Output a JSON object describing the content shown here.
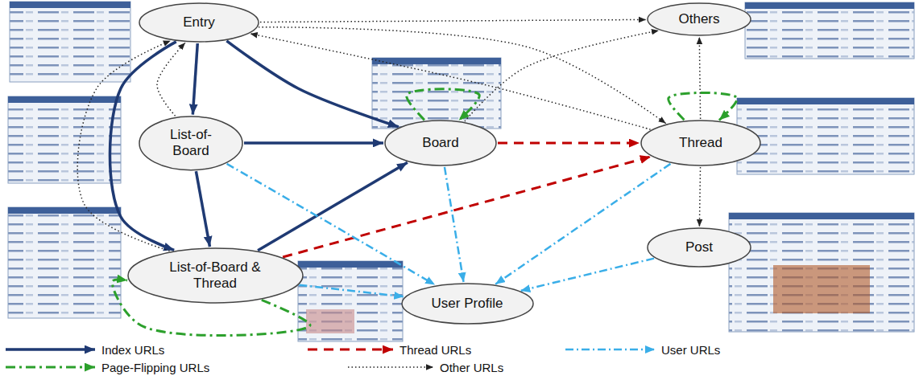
{
  "diagram": {
    "nodes": [
      {
        "text": [
          "Entry"
        ]
      },
      {
        "text": [
          "Others"
        ]
      },
      {
        "text": [
          "List-of-Board"
        ]
      },
      {
        "text": [
          "Board"
        ]
      },
      {
        "text": [
          "Thread"
        ]
      },
      {
        "text": [
          "List-of-Board & Thread"
        ]
      },
      {
        "text": [
          "Post"
        ]
      },
      {
        "text": [
          "User Profile"
        ]
      }
    ],
    "edges": [
      {
        "from": 0,
        "to": 2,
        "arrow": "to"
      },
      {
        "from": 0,
        "to": 3,
        "arrow": "to"
      },
      {
        "from": 0,
        "to": 5,
        "arrow": "to"
      },
      {
        "from": 2,
        "to": 3,
        "arrow": "to"
      },
      {
        "from": 2,
        "to": 5,
        "arrow": "to"
      },
      {
        "from": 5,
        "to": 3,
        "arrow": "to"
      },
      {
        "from": 3,
        "to": 4,
        "arrow": "to"
      },
      {
        "from": 5,
        "to": 4,
        "arrow": "to"
      },
      {
        "from": 2,
        "to": 7,
        "arrow": "to"
      },
      {
        "from": 3,
        "to": 7,
        "arrow": "to"
      },
      {
        "from": 5,
        "to": 7,
        "arrow": "to"
      },
      {
        "from": 4,
        "to": 7,
        "arrow": "to"
      },
      {
        "from": 6,
        "to": 7,
        "arrow": "to"
      },
      {
        "from": 3,
        "to": 3,
        "arrow": "to"
      },
      {
        "from": 4,
        "to": 4,
        "arrow": "to"
      },
      {
        "from": 5,
        "to": 5,
        "arrow": "to"
      },
      {
        "from": 0,
        "to": 1,
        "arrow": "to"
      },
      {
        "from": 0,
        "to": 4,
        "arrow": "to"
      },
      {
        "from": 4,
        "to": 0,
        "arrow": "to"
      },
      {
        "from": 3,
        "to": 1,
        "arrow": "to"
      },
      {
        "from": 2,
        "to": 0,
        "arrow": "to"
      },
      {
        "from": 5,
        "to": 0,
        "arrow": "to"
      },
      {
        "from": 4,
        "to": 1,
        "arrow": "to"
      },
      {
        "from": 4,
        "to": 6,
        "arrow": "to"
      }
    ],
    "legend": [
      {
        "text": "Index URLs"
      },
      {
        "text": "Thread URLs"
      },
      {
        "text": "User URLs"
      },
      {
        "text": "Page-Flipping URLs"
      },
      {
        "text": "Other URLs"
      }
    ]
  }
}
